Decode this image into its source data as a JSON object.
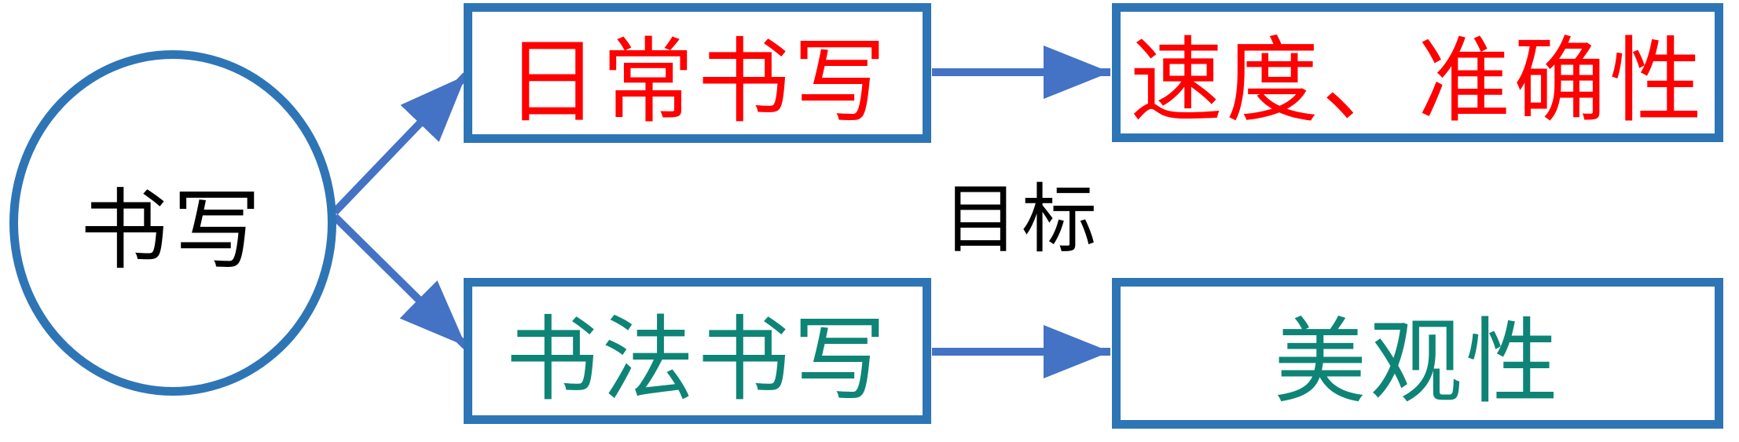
{
  "diagram": {
    "root": {
      "label": "书写",
      "color": "#000000"
    },
    "center_label": "目标",
    "branches": [
      {
        "category": {
          "label": "日常书写",
          "color": "#FF0000"
        },
        "goal": {
          "label": "速度、准确性",
          "color": "#FF0000"
        }
      },
      {
        "category": {
          "label": "书法书写",
          "color": "#0E8476"
        },
        "goal": {
          "label": "美观性",
          "color": "#0E8476"
        }
      }
    ],
    "colors": {
      "shape_border": "#2E75B6",
      "arrow": "#4472C4",
      "background": "#FFFFFF"
    }
  }
}
